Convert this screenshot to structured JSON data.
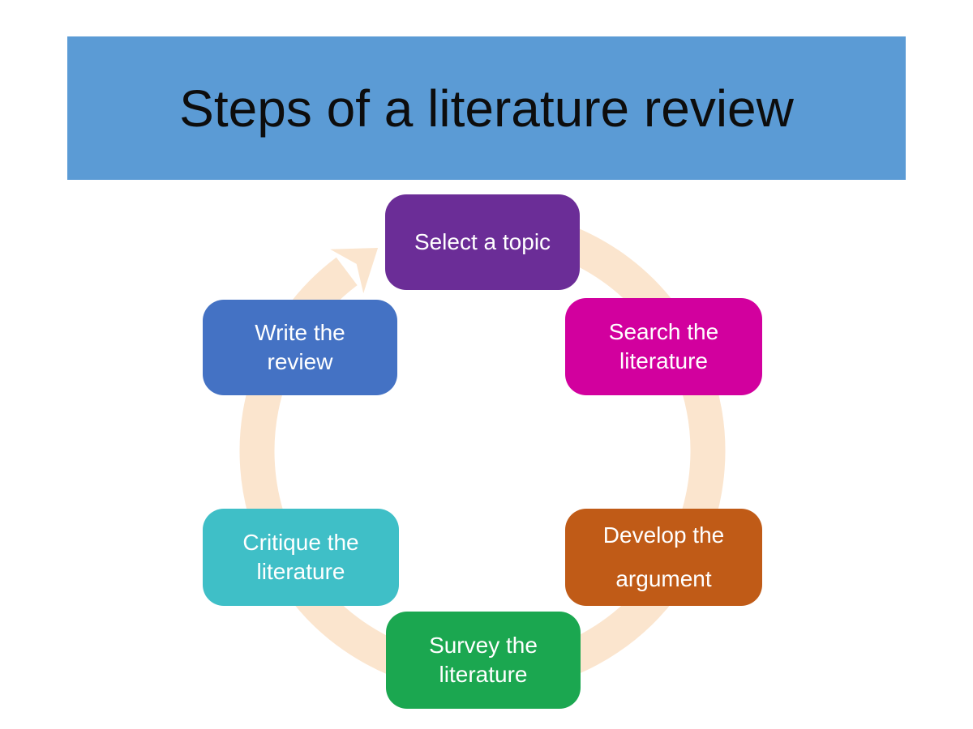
{
  "slide": {
    "background": "#FFFFFF"
  },
  "title": {
    "text": "Steps of a literature review",
    "bg_color": "#5B9BD5",
    "text_color": "#0D0D0D"
  },
  "cycle": {
    "arrow_color": "#FBE5CE",
    "direction": "clockwise",
    "text_color": "#FFFFFF",
    "steps": [
      {
        "label": "Select a topic",
        "lines": [
          "Select a topic"
        ],
        "color": "#6B2D97",
        "position": "top"
      },
      {
        "label": "Search the literature",
        "lines": [
          "Search the",
          "literature"
        ],
        "color": "#D2009E",
        "position": "upper-right"
      },
      {
        "label": "Develop the argument",
        "lines": [
          "Develop the",
          "argument"
        ],
        "color": "#C05B17",
        "position": "lower-right"
      },
      {
        "label": "Survey the literature",
        "lines": [
          "Survey the",
          "literature"
        ],
        "color": "#1BA750",
        "position": "bottom"
      },
      {
        "label": "Critique the literature",
        "lines": [
          "Critique the",
          "literature"
        ],
        "color": "#3FBFC7",
        "position": "lower-left"
      },
      {
        "label": "Write the review",
        "lines": [
          "Write the",
          "review"
        ],
        "color": "#4472C4",
        "position": "upper-left"
      }
    ]
  }
}
